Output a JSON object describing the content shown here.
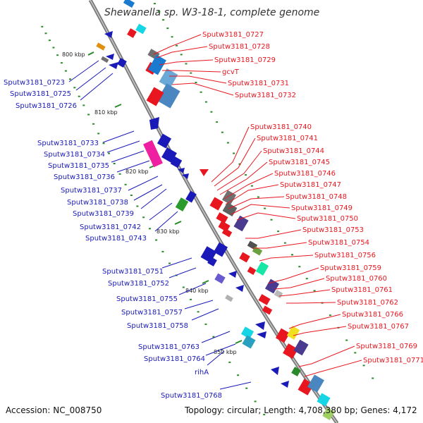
{
  "title": "Shewanella sp. W3-18-1, complete genome",
  "footer": {
    "accession": "Accession: NC_008750",
    "topology": "Topology: circular; Length: 4,708,380 bp; Genes: 4,172"
  },
  "ticks": [
    "800 kbp",
    "810 kbp",
    "820 kbp",
    "830 kbp",
    "840 kbp",
    "850 kbp"
  ],
  "labels_right": [
    "Sputw3181_0727",
    "Sputw3181_0728",
    "Sputw3181_0729",
    "gcvT",
    "Sputw3181_0731",
    "Sputw3181_0732",
    "Sputw3181_0740",
    "Sputw3181_0741",
    "Sputw3181_0744",
    "Sputw3181_0745",
    "Sputw3181_0746",
    "Sputw3181_0747",
    "Sputw3181_0748",
    "Sputw3181_0749",
    "Sputw3181_0750",
    "Sputw3181_0753",
    "Sputw3181_0754",
    "Sputw3181_0756",
    "Sputw3181_0759",
    "Sputw3181_0760",
    "Sputw3181_0761",
    "Sputw3181_0762",
    "Sputw3181_0766",
    "Sputw3181_0767",
    "Sputw3181_0769",
    "Sputw3181_0771"
  ],
  "labels_left": [
    "Sputw3181_0723",
    "Sputw3181_0725",
    "Sputw3181_0726",
    "Sputw3181_0733",
    "Sputw3181_0734",
    "Sputw3181_0735",
    "Sputw3181_0736",
    "Sputw3181_0737",
    "Sputw3181_0738",
    "Sputw3181_0739",
    "Sputw3181_0742",
    "Sputw3181_0743",
    "Sputw3181_0751",
    "Sputw3181_0752",
    "Sputw3181_0755",
    "Sputw3181_0757",
    "Sputw3181_0758",
    "Sputw3181_0763",
    "Sputw3181_0764",
    "rihA",
    "Sputw3181_0768"
  ],
  "colors": {
    "forward_gene": "#e8161f",
    "reverse_gene": "#1a1ab8",
    "backbone": "#909090",
    "label_red": "#e8161f",
    "label_blue": "#1a1ab8",
    "tick_dots": "#2a8a2a"
  }
}
